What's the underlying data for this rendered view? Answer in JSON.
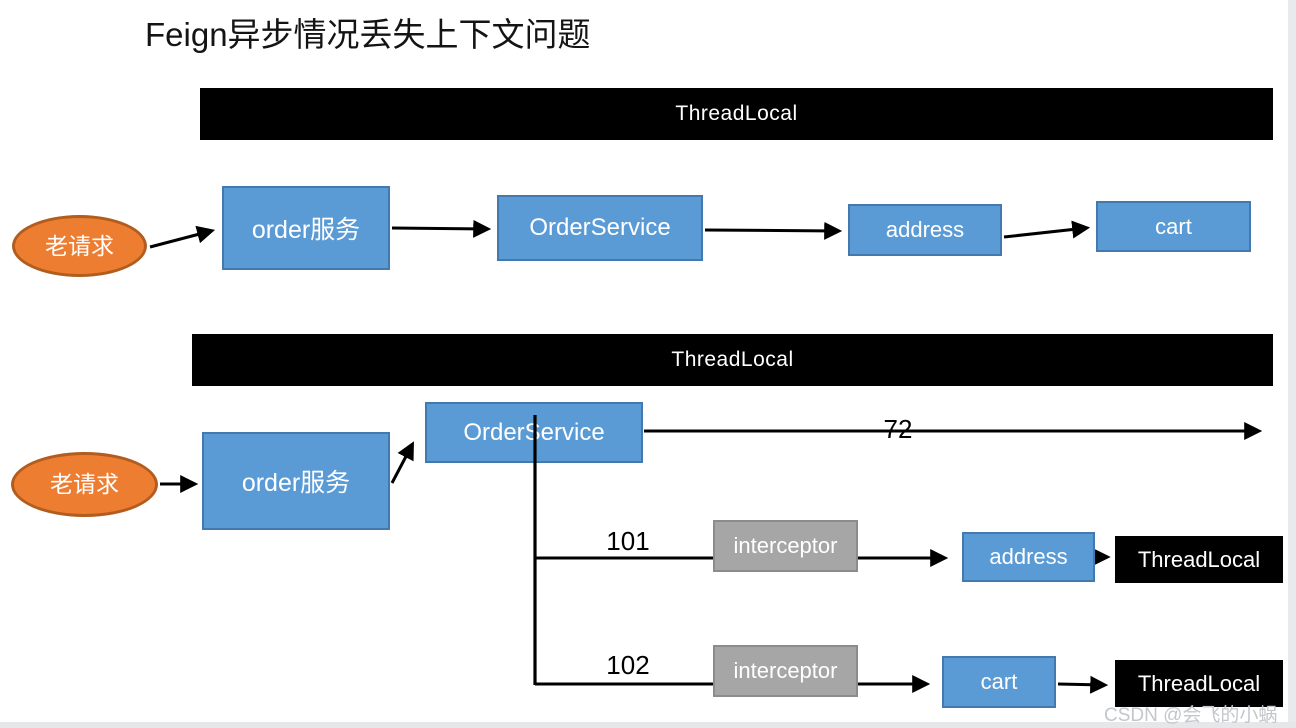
{
  "title": "Feign异步情况丢失上下文问题",
  "watermark": "CSDN @会飞的小蜗",
  "colors": {
    "node_blue": "#5b9bd5",
    "node_blue_border": "#4379ad",
    "ellipse_orange": "#ed7d31",
    "ellipse_orange_border": "#b25d1e",
    "interceptor_gray": "#a6a6a6",
    "interceptor_gray_border": "#8c8c8c",
    "banner_black": "#000000",
    "arrow_black": "#000000"
  },
  "flow1": {
    "banner": "ThreadLocal",
    "request": "老请求",
    "order_app": "order服务",
    "order_service": "OrderService",
    "address": "address",
    "cart": "cart"
  },
  "flow2": {
    "banner": "ThreadLocal",
    "request": "老请求",
    "order_app": "order服务",
    "order_service": "OrderService",
    "main_thread_label": "72",
    "branches": [
      {
        "thread_label": "101",
        "interceptor": "interceptor",
        "service": "address",
        "store": "ThreadLocal"
      },
      {
        "thread_label": "102",
        "interceptor": "interceptor",
        "service": "cart",
        "store": "ThreadLocal"
      }
    ]
  }
}
